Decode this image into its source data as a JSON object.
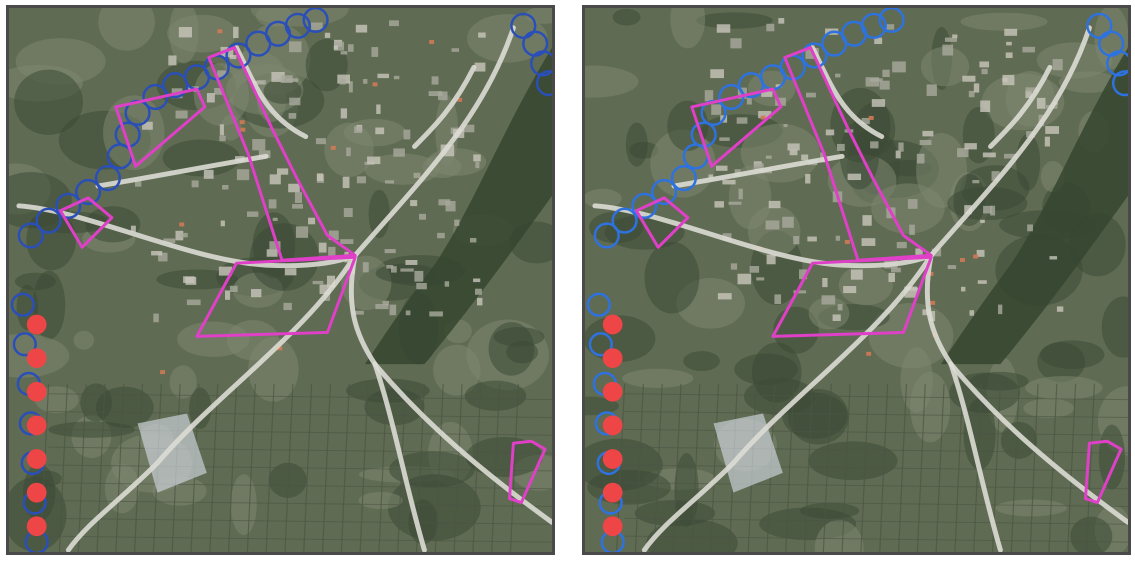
{
  "colors": {
    "vegetation_dark": "#3d4a36",
    "vegetation_mid": "#5f6b52",
    "built_area": "#a9aa9d",
    "road": "#dcdcd4",
    "parcel_outline": "#e040c8",
    "boundary_blue": "#2d5fc8",
    "marker_red": "#ee4646",
    "frame": "#4a4a4a"
  },
  "panels": [
    {
      "id": "left",
      "boundary_color": "#2a4fb8",
      "marker_count": 7
    },
    {
      "id": "right",
      "boundary_color": "#2e72e0",
      "marker_count": 7
    }
  ],
  "icons": {
    "parcel": "polygon-outline",
    "boundary": "ring-chain",
    "marker": "filled-circle"
  }
}
